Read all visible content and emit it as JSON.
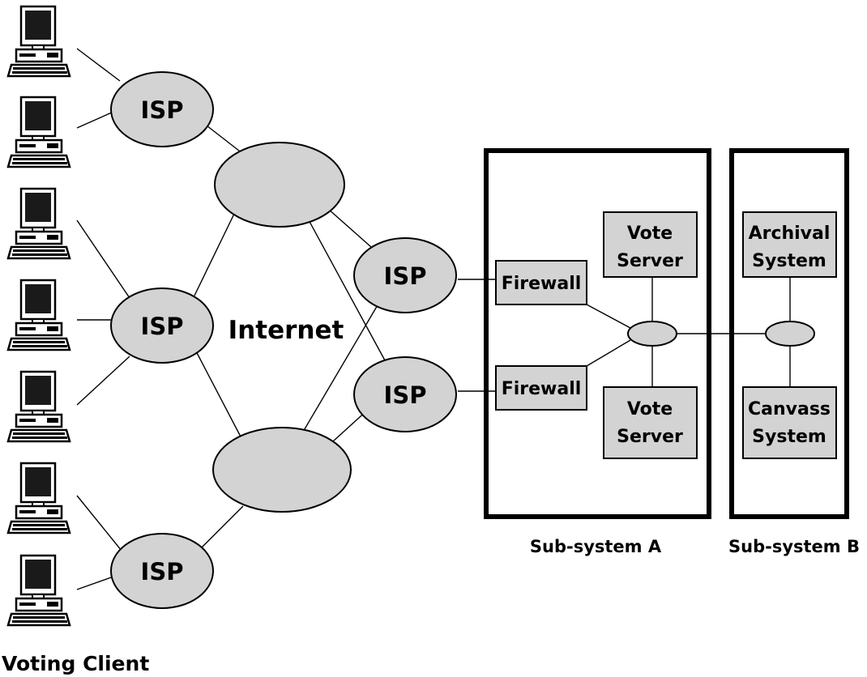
{
  "colors": {
    "node_fill": "#d3d3d3",
    "stroke": "#000000",
    "background": "#ffffff",
    "screen": "#1a1a1a"
  },
  "clients": {
    "label": "Voting Client",
    "items": [
      {
        "icon": "computer-icon"
      },
      {
        "icon": "computer-icon"
      },
      {
        "icon": "computer-icon"
      },
      {
        "icon": "computer-icon"
      },
      {
        "icon": "computer-icon"
      },
      {
        "icon": "computer-icon"
      },
      {
        "icon": "computer-icon"
      }
    ]
  },
  "internet": {
    "label": "Internet"
  },
  "isp": {
    "label": "ISP"
  },
  "subsystem_a": {
    "label": "Sub-system A",
    "firewall_label": "Firewall",
    "vote_server_line1": "Vote",
    "vote_server_line2": "Server"
  },
  "subsystem_b": {
    "label": "Sub-system B",
    "archival_line1": "Archival",
    "archival_line2": "System",
    "canvass_line1": "Canvass",
    "canvass_line2": "System"
  }
}
